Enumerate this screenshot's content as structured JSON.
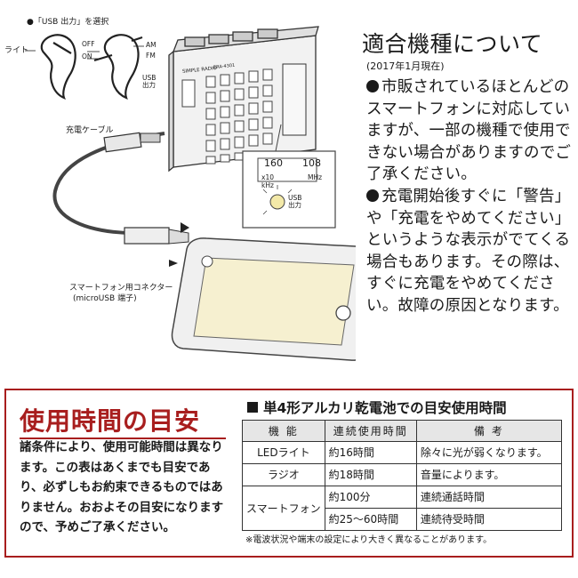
{
  "illustration": {
    "usb_select_note": "●「USB 出力」を選択",
    "switch_light": "ライト",
    "switch_off": "OFF",
    "switch_on": "ON",
    "switch_am": "AM",
    "switch_fm": "FM",
    "switch_usb": "USB\n出力",
    "brand_text": "SIMPLE RADIO",
    "model_text": "ERA-4301",
    "cable_label": "充電ケーブル",
    "connector_label": "スマートフォン用コネクター",
    "connector_sub": "(microUSB 端子)",
    "dial_160": "160",
    "dial_108": "108",
    "dial_mhz": "MHz",
    "dial_x10": "x10",
    "dial_khz": "kHz",
    "dial_usb": "USB\n出力"
  },
  "compat": {
    "title": "適合機種について",
    "date": "(2017年1月現在)",
    "para1": "市販されているほとんどのスマートフォンに対応していますが、一部の機種で使用できない場合がありますのでご了承ください。",
    "para2": "充電開始後すぐに「警告」や「充電をやめてください」というような表示がでてくる場合もあります。その際は、すぐに充電をやめてください。故障の原因となります。"
  },
  "usage": {
    "title": "使用時間の目安",
    "description": "諸条件により、使用可能時間は異なります。この表はあくまでも目安であり、必ずしもお約束できるものではありません。おおよその目安になりますので、予めご了承ください。",
    "table_heading": "単4形アルカリ乾電池での目安使用時間",
    "headers": [
      "機 能",
      "連続使用時間",
      "備 考"
    ],
    "rows": [
      {
        "function": "LEDライト",
        "time": "約16時間",
        "note": "除々に光が弱くなります。"
      },
      {
        "function": "ラジオ",
        "time": "約18時間",
        "note": "音量によります。"
      },
      {
        "function": "スマートフォン",
        "time": "約100分",
        "note": "連続通話時間"
      },
      {
        "function": "",
        "time": "約25～60時間",
        "note": "連続待受時間"
      }
    ],
    "footnote": "※電波状況や端末の設定により大きく異なることがあります。"
  },
  "colors": {
    "accent_red": "#a81e1e",
    "table_header_bg": "#e6e6e6",
    "phone_screen": "#f6f0d0"
  }
}
